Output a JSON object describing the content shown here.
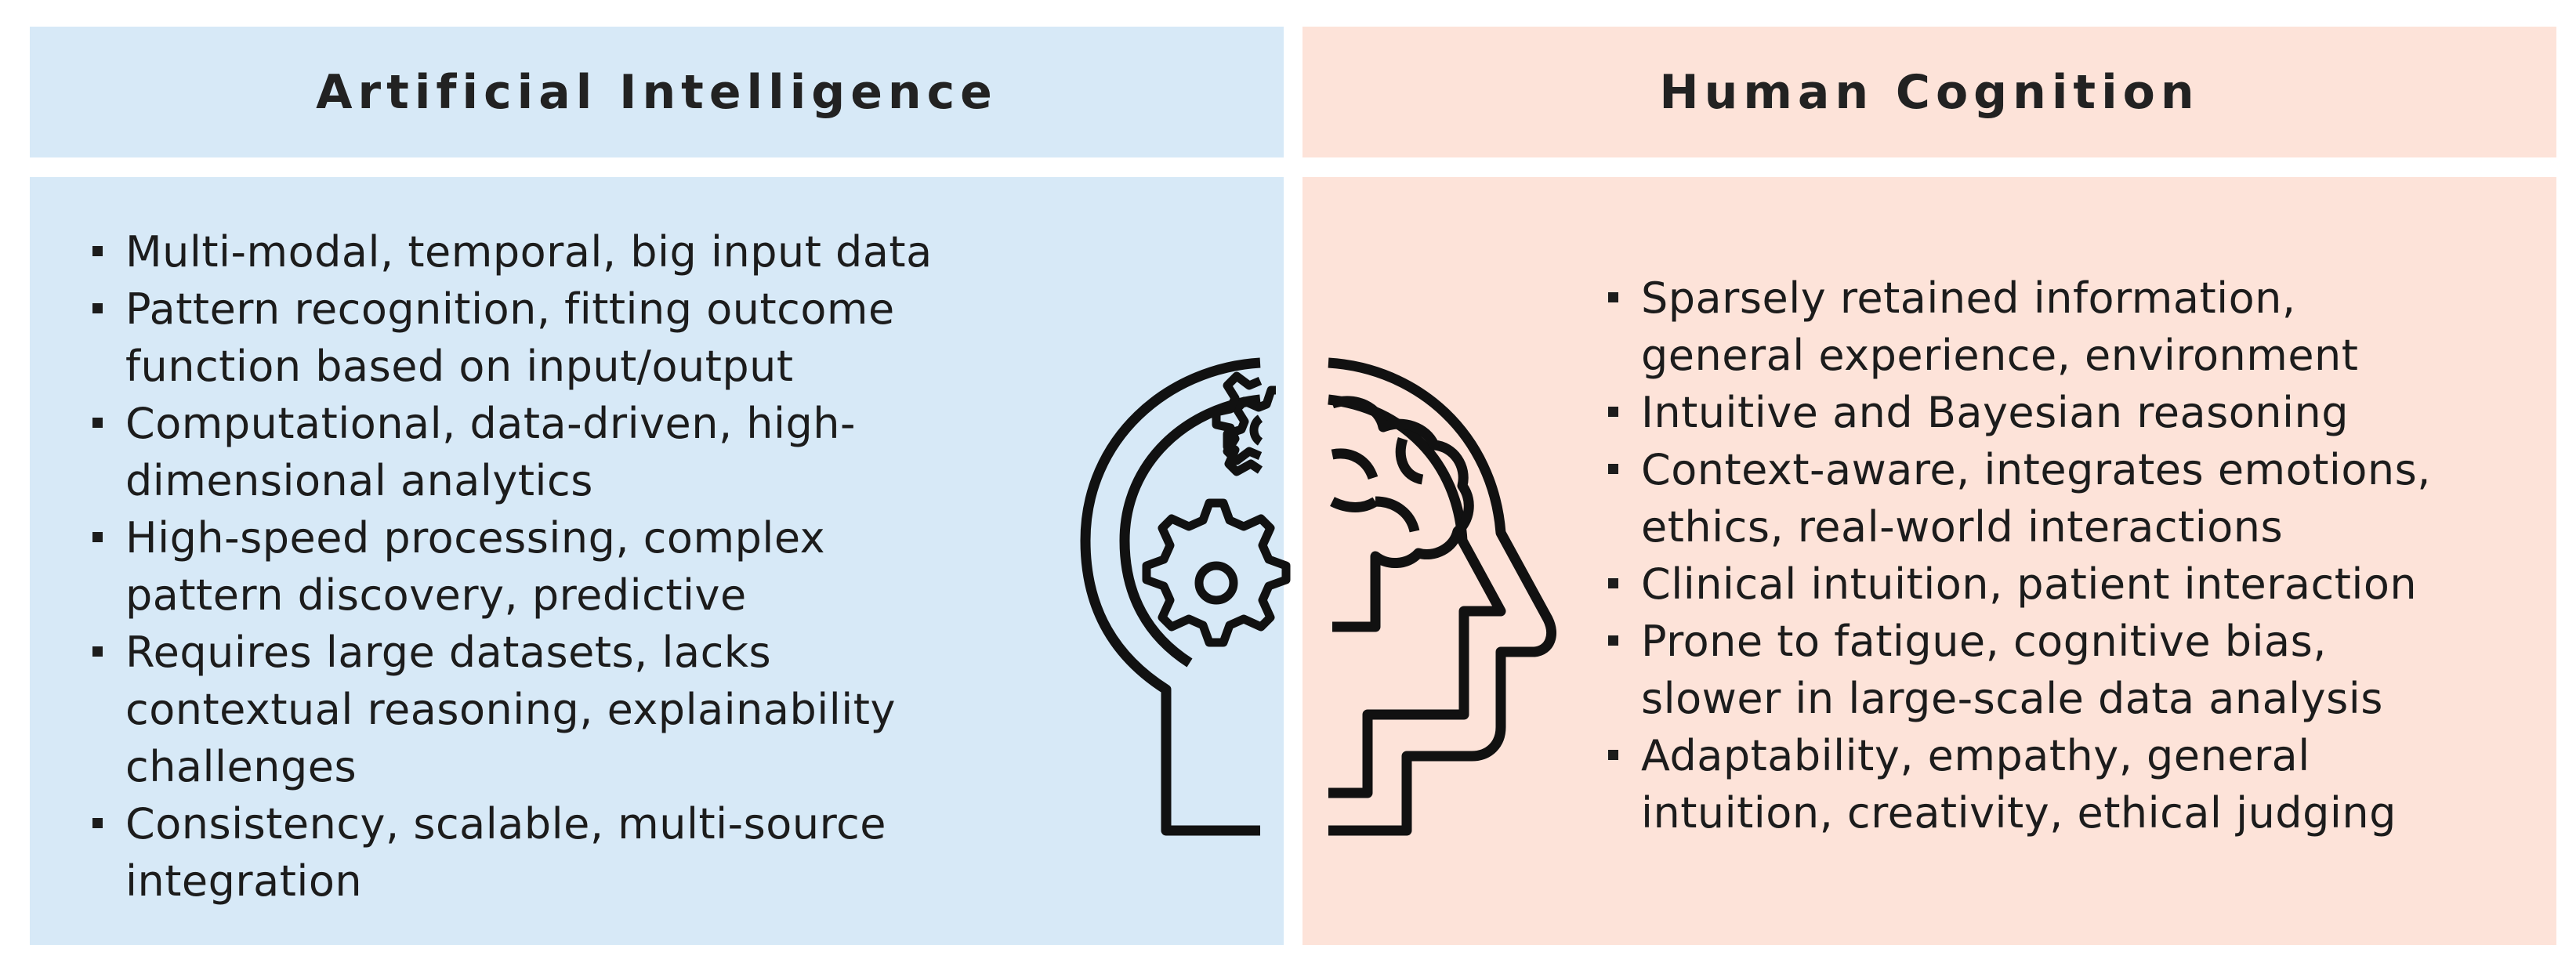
{
  "left": {
    "title": "Artificial Intelligence",
    "items": [
      {
        "lines": [
          "Multi-modal, temporal, big input data"
        ]
      },
      {
        "lines": [
          "Pattern recognition, fitting outcome",
          "function based on input/output"
        ]
      },
      {
        "lines": [
          "Computational, data-driven, high-",
          "dimensional analytics"
        ]
      },
      {
        "lines": [
          "High-speed processing, complex",
          "pattern discovery, predictive"
        ]
      },
      {
        "lines": [
          "Requires large datasets, lacks",
          "contextual reasoning, explainability",
          "challenges"
        ]
      },
      {
        "lines": [
          "Consistency, scalable, multi-source",
          "integration"
        ]
      }
    ]
  },
  "right": {
    "title": "Human Cognition",
    "items": [
      {
        "lines": [
          "Sparsely retained information,",
          "general experience, environment"
        ]
      },
      {
        "lines": [
          "Intuitive and Bayesian reasoning"
        ]
      },
      {
        "lines": [
          "Context-aware, integrates emotions,",
          "ethics, real-world interactions"
        ]
      },
      {
        "lines": [
          "Clinical intuition, patient interaction"
        ]
      },
      {
        "lines": [
          "Prone to fatigue, cognitive bias,",
          "slower in large-scale data analysis"
        ]
      },
      {
        "lines": [
          "Adaptability, empathy, general",
          "intuition, creativity, ethical judging"
        ]
      }
    ]
  },
  "colors": {
    "ai_panel": "#d7e9f7",
    "human_panel": "#fde3d9",
    "text": "#1c1c1c"
  },
  "icons": [
    "head-icon",
    "gear-icon",
    "brain-icon"
  ]
}
